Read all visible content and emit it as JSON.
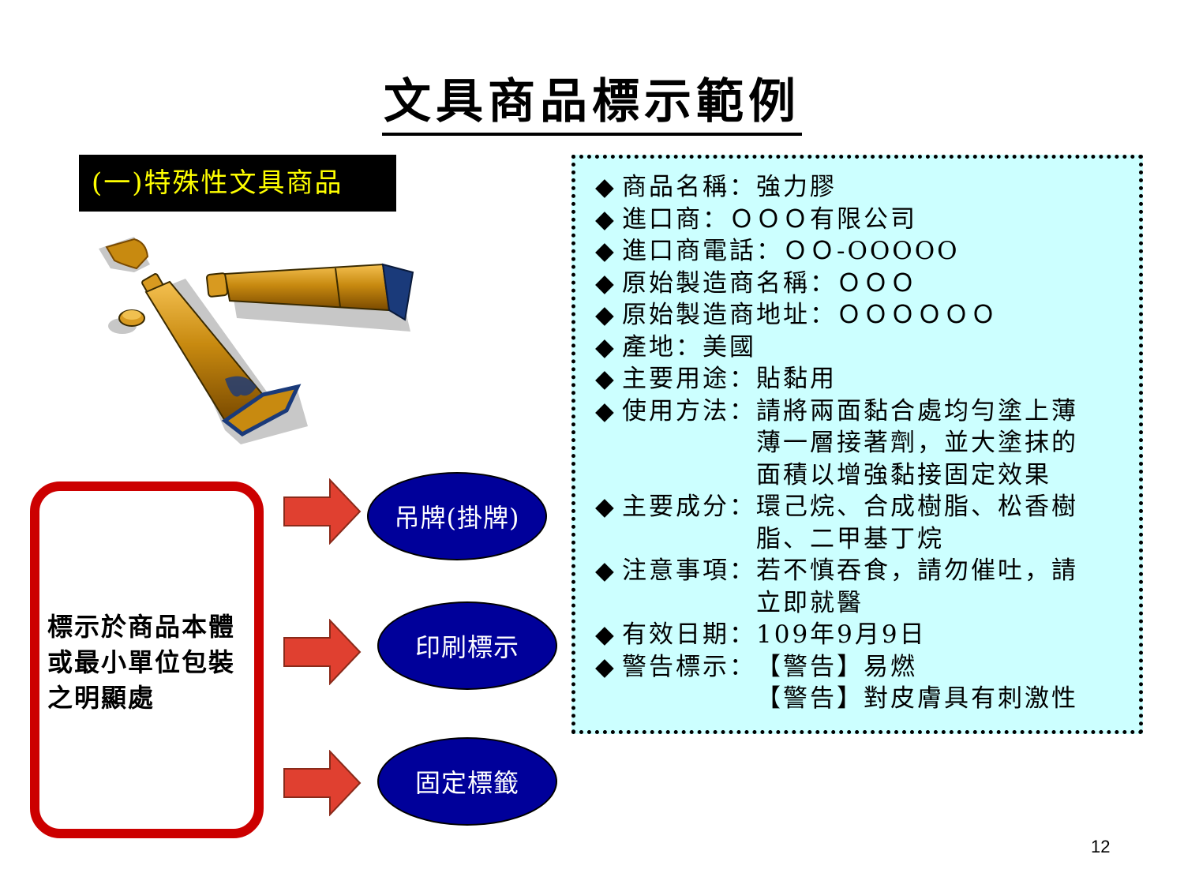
{
  "slide": {
    "title": "文具商品標示範例",
    "section_label": "(一)特殊性文具商品",
    "page_number": "12"
  },
  "flow": {
    "source_text": "標示於商品本體或最小單位包裝之明顯處",
    "targets": [
      {
        "label": "吊牌(掛牌)"
      },
      {
        "label": "印刷標示"
      },
      {
        "label": "固定標籤"
      }
    ]
  },
  "label_info": {
    "bullet_glyph": "◆",
    "items": [
      {
        "label": "商品名稱：",
        "value": "強力膠"
      },
      {
        "label": "進口商：",
        "value": "ＯＯＯ有限公司"
      },
      {
        "label": "進口商電話：",
        "value": "ＯＯ-OOOOO"
      },
      {
        "label": "原始製造商名稱：",
        "value": "ＯＯＯ"
      },
      {
        "label": "原始製造商地址：",
        "value": "ＯＯＯＯＯＯ"
      },
      {
        "label": "產地：",
        "value": "美國"
      },
      {
        "label": "主要用途：",
        "value": "貼黏用"
      },
      {
        "label": "使用方法：",
        "value": "請將兩面黏合處均勻塗上薄\n薄一層接著劑，並大塗抹的\n面積以增強黏接固定效果"
      },
      {
        "label": "主要成分：",
        "value": "環己烷、合成樹脂、松香樹\n脂、二甲基丁烷"
      },
      {
        "label": "注意事項：",
        "value": " 若不慎吞食，請勿催吐，請\n立即就醫"
      },
      {
        "label": "有效日期：",
        "value": "109年9月9日"
      },
      {
        "label": "警告標示：",
        "value": "【警告】易燃\n【警告】對皮膚具有刺激性"
      }
    ]
  },
  "colors": {
    "section_bg": "#000000",
    "section_text": "#ffff00",
    "info_bg": "#ccffff",
    "frame_red": "#cc0000",
    "arrow_red": "#e04030",
    "ellipse_blue": "#00009a",
    "tube_gold": "#c88a10"
  }
}
